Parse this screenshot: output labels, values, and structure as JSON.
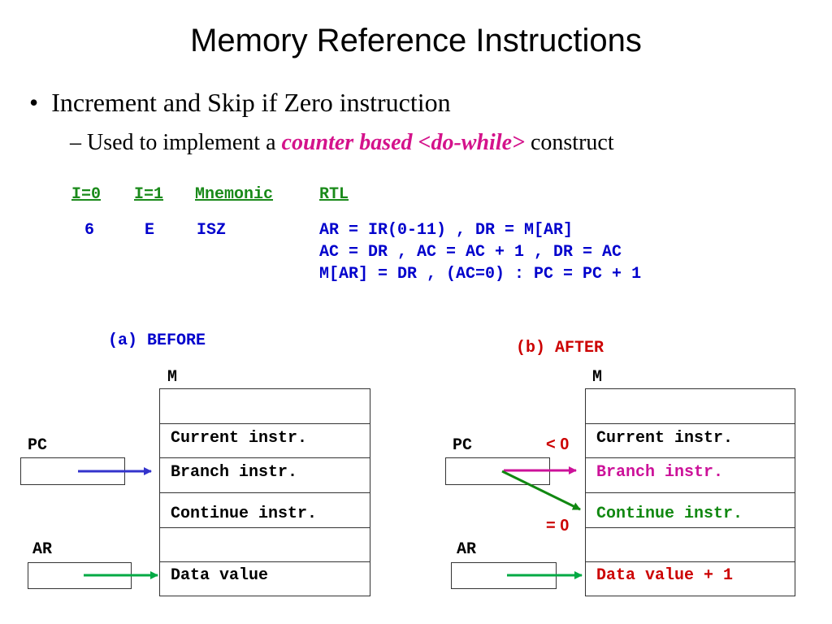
{
  "title": "Memory Reference Instructions",
  "bullet1": "Increment and Skip if Zero instruction",
  "bullet2": {
    "prefix": "Used to implement a ",
    "emphasis": "counter based <do-while>",
    "suffix": " construct"
  },
  "table": {
    "headers": [
      "I=0",
      "I=1",
      "Mnemonic",
      "RTL"
    ],
    "row": {
      "i0": "6",
      "i1": "E",
      "mnemonic": "ISZ",
      "rtl": [
        "AR = IR(0-11) , DR = M[AR]",
        "AC = DR , AC = AC + 1 , DR = AC",
        "M[AR] = DR , (AC=0) : PC = PC + 1"
      ]
    }
  },
  "before": {
    "label": "(a) BEFORE",
    "memory_label": "M",
    "pc_label": "PC",
    "ar_label": "AR",
    "cells": [
      "",
      "Current instr.",
      "Branch instr.",
      "Continue instr.",
      "",
      "Data value"
    ]
  },
  "after": {
    "label": "(b) AFTER",
    "memory_label": "M",
    "pc_label": "PC",
    "ar_label": "AR",
    "cells": [
      "",
      "Current instr.",
      "Branch instr.",
      "Continue instr.",
      "",
      "Data value + 1"
    ],
    "cond_less": "< 0",
    "cond_equal": "= 0"
  },
  "colors": {
    "title": "#000000",
    "emphasis": "#d4128b",
    "header": "#1a8a1a",
    "rtl": "#0000cc",
    "before_label": "#0000cc",
    "after_label": "#cc0000",
    "arrow_blue": "#3333cc",
    "arrow_green": "#00aa44",
    "arrow_magenta": "#cc1199",
    "arrow_darkgreen": "#118811",
    "branch_after": "#cc1199",
    "continue_after": "#118811",
    "data_after": "#cc0000"
  }
}
